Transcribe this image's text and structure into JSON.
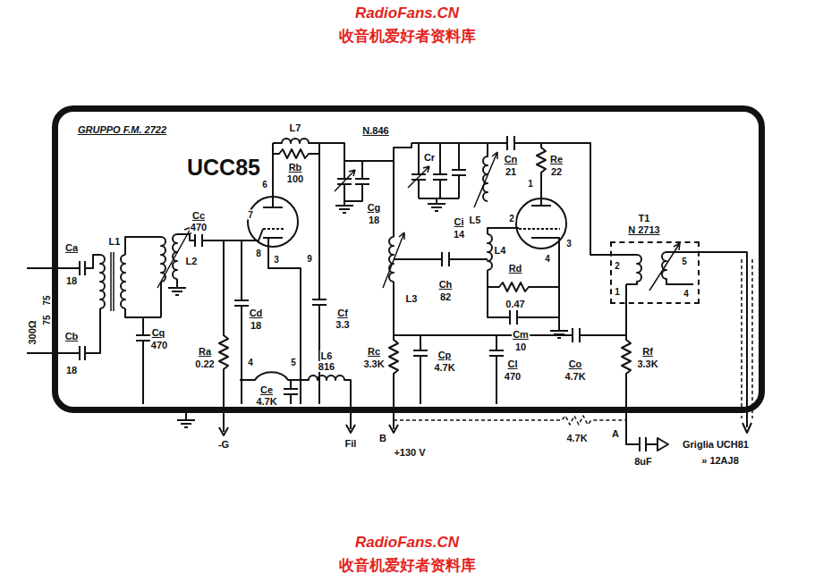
{
  "diagram": {
    "nodes": [
      {
        "text": [
          "GRUPPO F.M. 2722"
        ]
      },
      {
        "text": [
          "T1",
          "N 2713"
        ],
        "in": 0
      }
    ],
    "labels": [
      "RadioFans.CN",
      "收音机爱好者资料库",
      "UCC85",
      "300Ω",
      "75",
      "75",
      "Ca",
      "18",
      "L1",
      "Cb",
      "18",
      "Cq",
      "470",
      "Cc",
      "470",
      "L2",
      "Cd",
      "18",
      "Ra",
      "0.22",
      "-G",
      "L7",
      "Rb",
      "100",
      "7",
      "6",
      "8",
      "3",
      "9",
      "Cf",
      "3.3",
      "Ce",
      "4.7K",
      "4",
      "5",
      "L6",
      "816",
      "Fil",
      "N.846",
      "Cg",
      "18",
      "Cr",
      "Ci",
      "14",
      "Cn",
      "21",
      "Re",
      "22",
      "L5",
      "1",
      "2",
      "3",
      "4",
      "Ch",
      "82",
      "L3",
      "L4",
      "Rd",
      "0.47",
      "Cm",
      "10",
      "Rc",
      "3.3K",
      "Cp",
      "4.7K",
      "Cl",
      "470",
      "Co",
      "4.7K",
      "Rf",
      "3.3K",
      "B",
      "+130 V",
      "4.7K",
      "A",
      "8uF",
      "2",
      "5",
      "1",
      "4",
      "Griglia UCH81",
      "» 12AJ8",
      "RadioFans.CN",
      "收音机爱好者资料库"
    ]
  }
}
